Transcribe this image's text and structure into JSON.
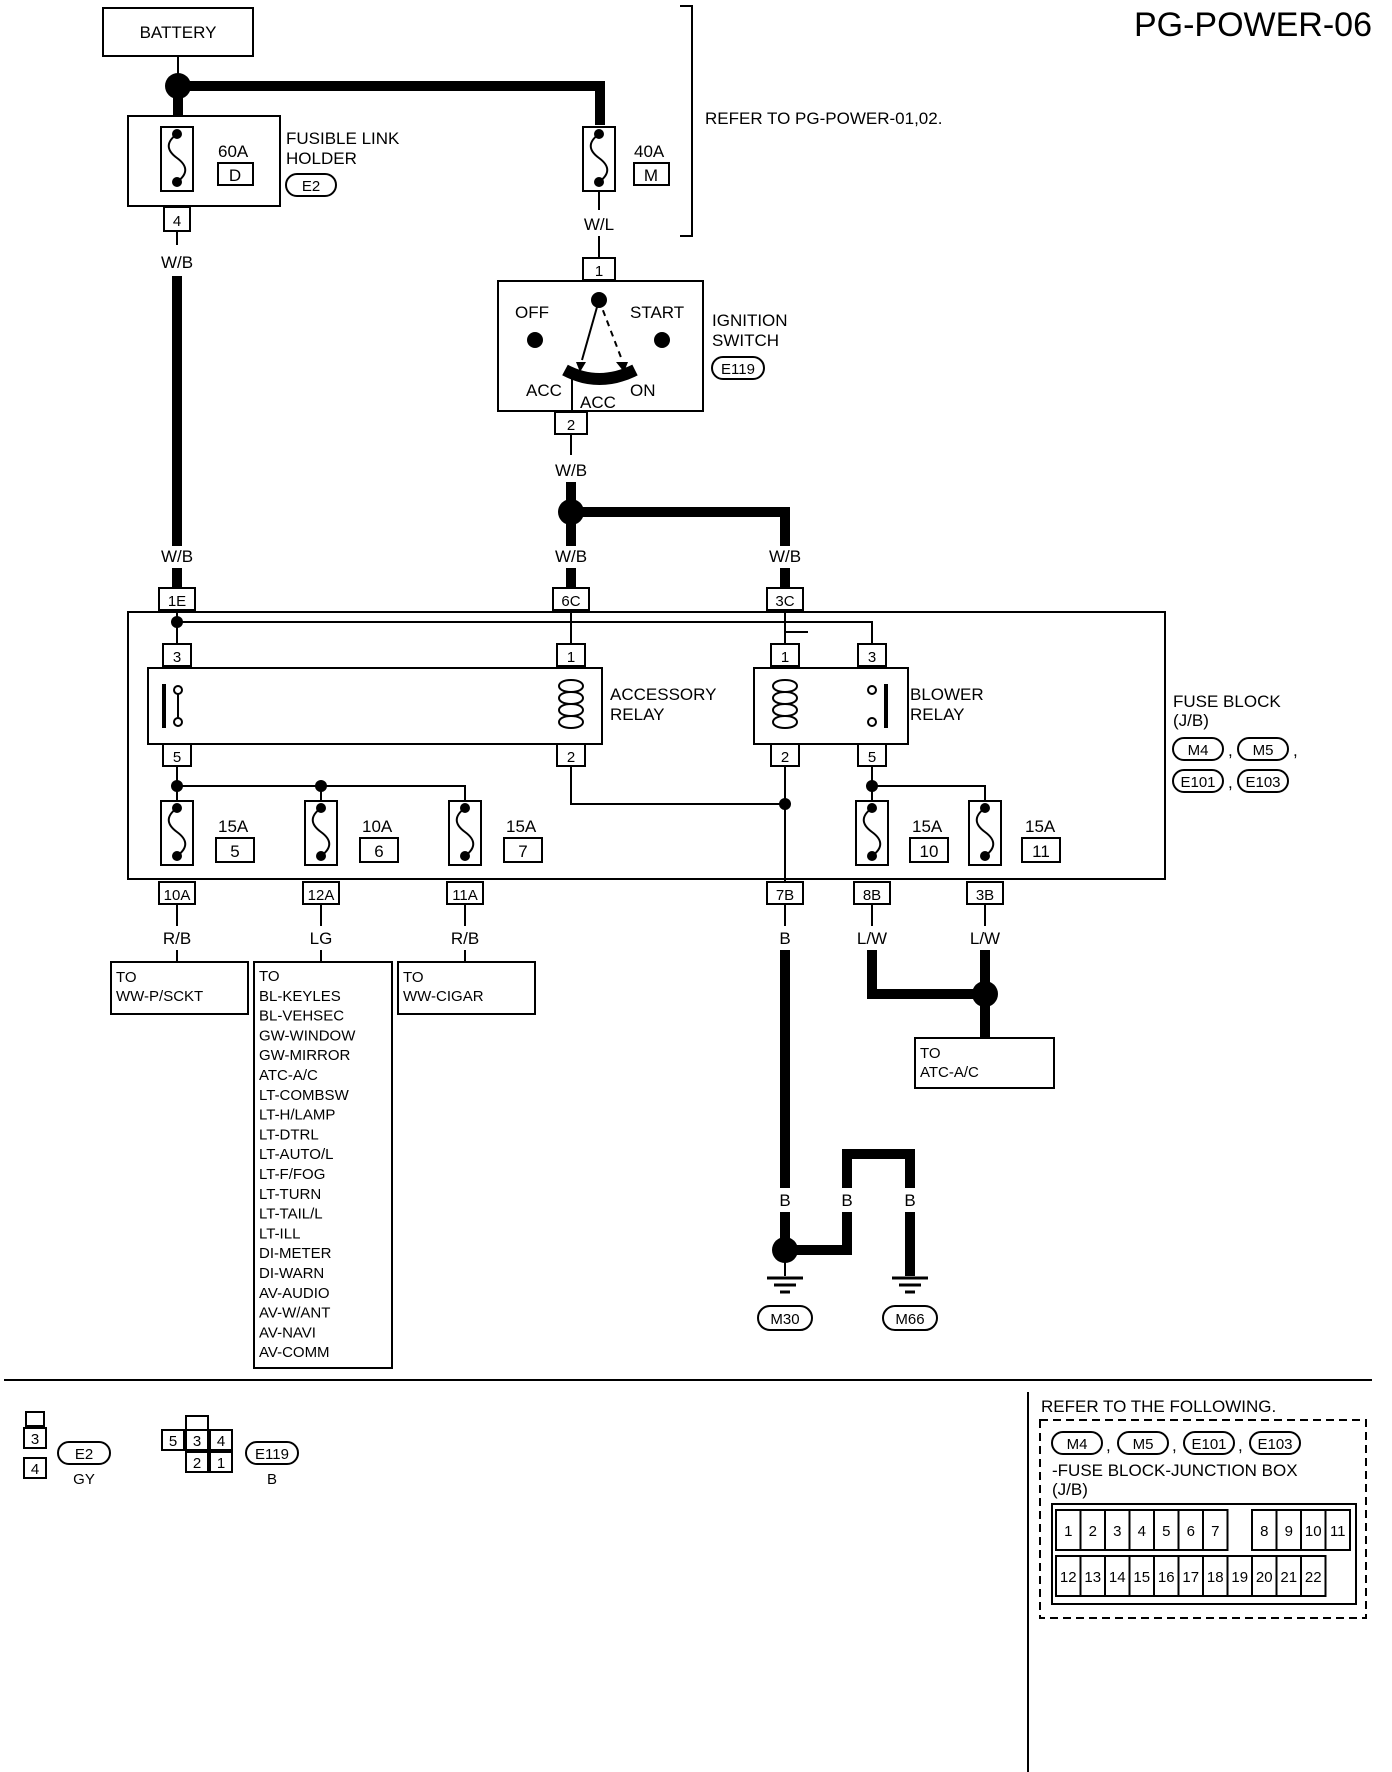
{
  "page_title": "PG-POWER-06",
  "battery": "BATTERY",
  "refer_power": "REFER TO PG-POWER-01,02.",
  "fusible_link": {
    "label1": "FUSIBLE LINK",
    "label2": "HOLDER",
    "connector": "E2",
    "pin": "4"
  },
  "fuse_60a": {
    "amp": "60A",
    "id": "D"
  },
  "fuse_40a": {
    "amp": "40A",
    "id": "M"
  },
  "ignition": {
    "label1": "IGNITION",
    "label2": "SWITCH",
    "connector": "E119",
    "off": "OFF",
    "start": "START",
    "acc_left": "ACC",
    "acc_mid": "ACC",
    "on": "ON",
    "pin_top": "1",
    "pin_bottom": "2"
  },
  "wires": {
    "wb": "W/B",
    "wl": "W/L",
    "rb": "R/B",
    "lg": "LG",
    "b": "B",
    "lw": "L/W"
  },
  "fuse_block": {
    "label1": "FUSE BLOCK",
    "label2": "(J/B)",
    "connectors": [
      "M4",
      "M5",
      "E101",
      "E103"
    ]
  },
  "block_inputs": [
    "1E",
    "6C",
    "3C"
  ],
  "relays": {
    "accessory": {
      "label1": "ACCESSORY",
      "label2": "RELAY"
    },
    "blower": {
      "label1": "BLOWER",
      "label2": "RELAY"
    },
    "pins": {
      "p3": "3",
      "p5": "5",
      "p1": "1",
      "p2": "2"
    }
  },
  "fuses": [
    {
      "amp": "15A",
      "num": "5",
      "out": "10A"
    },
    {
      "amp": "10A",
      "num": "6",
      "out": "12A"
    },
    {
      "amp": "15A",
      "num": "7",
      "out": "11A"
    },
    {
      "amp": "15A",
      "num": "10",
      "out": "8B"
    },
    {
      "amp": "15A",
      "num": "11",
      "out": "3B"
    }
  ],
  "ground_out": "7B",
  "dest": {
    "p_sckt": [
      "TO",
      "WW-P/SCKT"
    ],
    "cigar": [
      "TO",
      "WW-CIGAR"
    ],
    "atc": [
      "TO",
      "ATC-A/C"
    ],
    "list": [
      "TO",
      "BL-KEYLES",
      "BL-VEHSEC",
      "GW-WINDOW",
      "GW-MIRROR",
      "ATC-A/C",
      "LT-COMBSW",
      "LT-H/LAMP",
      "LT-DTRL",
      "LT-AUTO/L",
      "LT-F/FOG",
      "LT-TURN",
      "LT-TAIL/L",
      "LT-ILL",
      "DI-METER",
      "DI-WARN",
      "AV-AUDIO",
      "AV-W/ANT",
      "AV-NAVI",
      "AV-COMM"
    ]
  },
  "grounds": [
    "M30",
    "M66"
  ],
  "connector_views": {
    "e2": {
      "id": "E2",
      "color": "GY",
      "pins": [
        "3",
        "4"
      ]
    },
    "e119": {
      "id": "E119",
      "color": "B",
      "pins_top": [
        "5",
        "3",
        "4"
      ],
      "pins_bottom": [
        "2",
        "1"
      ]
    }
  },
  "refer_following": {
    "title": "REFER TO THE FOLLOWING.",
    "connectors": [
      "M4",
      "M5",
      "E101",
      "E103"
    ],
    "desc1": "-FUSE BLOCK-JUNCTION BOX",
    "desc2": "(J/B)",
    "row1": [
      "1",
      "2",
      "3",
      "4",
      "5",
      "6",
      "7",
      "8",
      "9",
      "10",
      "11"
    ],
    "row2": [
      "12",
      "13",
      "14",
      "15",
      "16",
      "17",
      "18",
      "19",
      "20",
      "21",
      "22"
    ]
  }
}
